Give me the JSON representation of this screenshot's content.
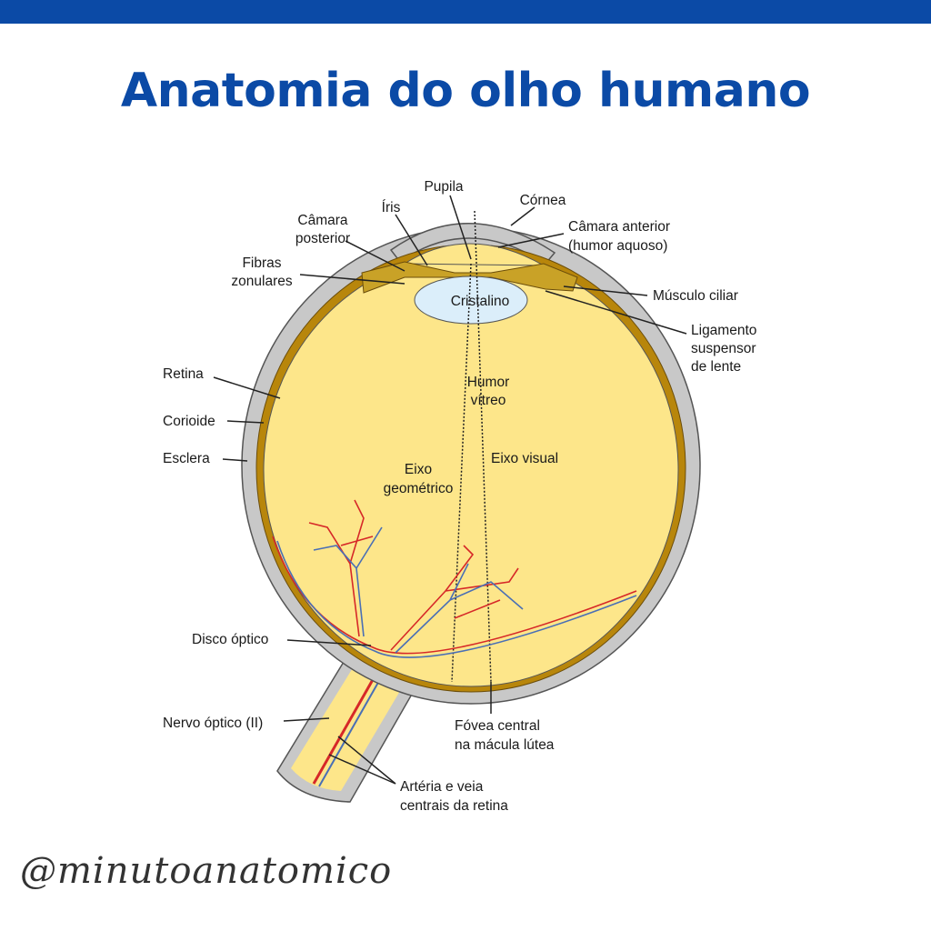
{
  "title": "Anatomia do olho humano",
  "labels": {
    "pupila": "Pupila",
    "iris": "Íris",
    "cornea": "Córnea",
    "camara_posterior": [
      "Câmara",
      "posterior"
    ],
    "camara_anterior": [
      "Câmara anterior",
      "(humor aquoso)"
    ],
    "fibras_zonulares": [
      "Fibras",
      "zonulares"
    ],
    "cristalino": "Cristalino",
    "musculo_ciliar": "Músculo ciliar",
    "ligamento": [
      "Ligamento",
      "suspensor",
      "de lente"
    ],
    "retina": "Retina",
    "humor_vitreo": [
      "Humor",
      "vítreo"
    ],
    "corioide": "Corioide",
    "esclera": "Esclera",
    "eixo_visual": "Eixo visual",
    "eixo_geometrico": [
      "Eixo",
      "geométrico"
    ],
    "disco_optico": "Disco óptico",
    "nervo_optico": "Nervo óptico (II)",
    "fovea": [
      "Fóvea central",
      "na mácula lútea"
    ],
    "arteria_veia": [
      "Artéria e veia",
      "centrais da retina"
    ]
  },
  "handle": "@minutoanatomico",
  "colors": {
    "brand": "#0b4aa6",
    "vitreous": "#fde68a",
    "sclera": "#c8c8c8",
    "choroid": "#b8860b",
    "lens": "#dbeefa",
    "artery": "#d62828",
    "vein": "#4a6fb5"
  }
}
